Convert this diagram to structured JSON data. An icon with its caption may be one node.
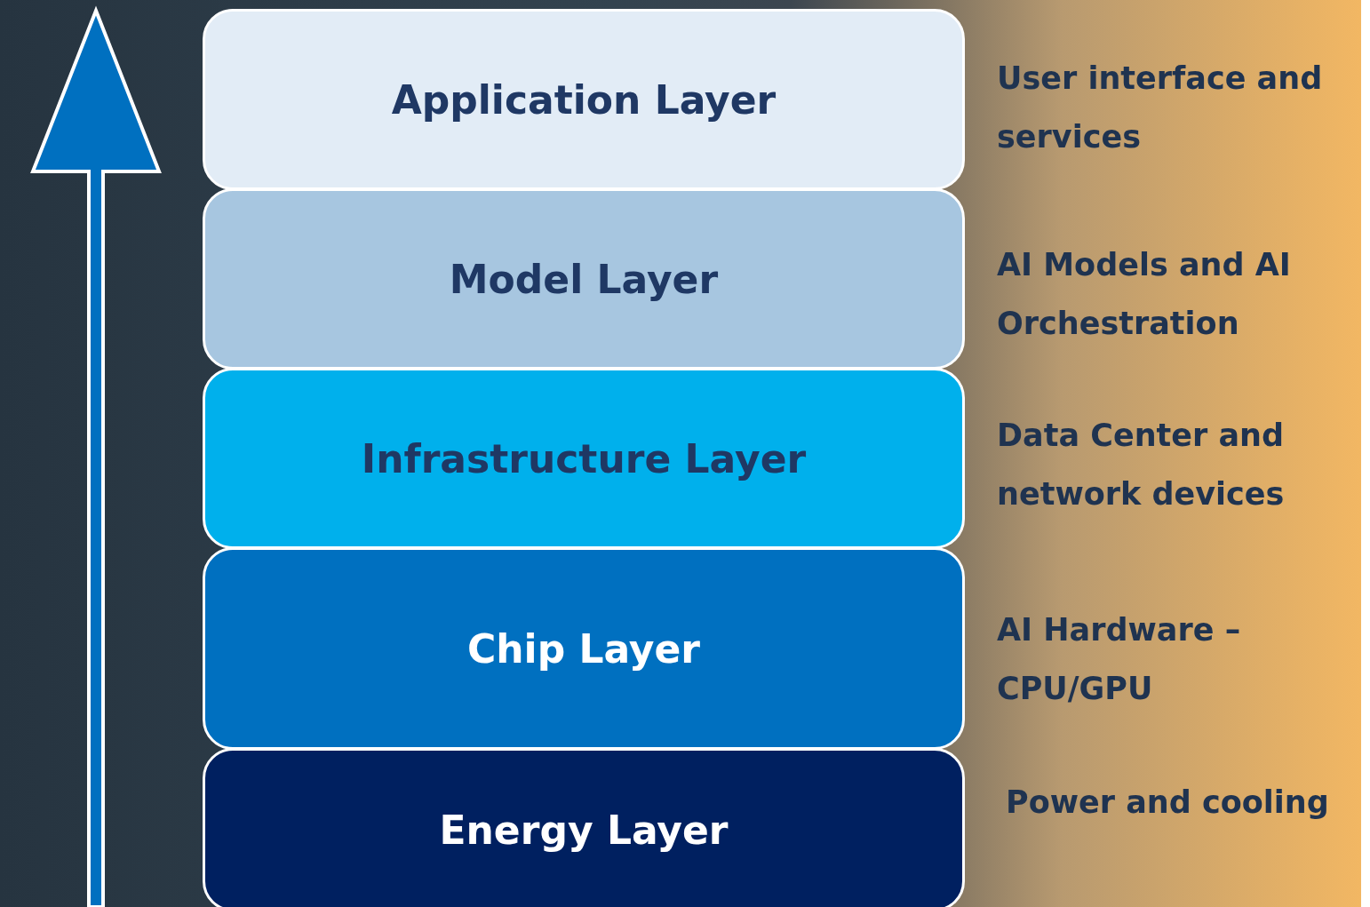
{
  "diagram": {
    "nodes": [
      {
        "text": [
          "Application Layer"
        ],
        "beside": [
          "User interface and services"
        ]
      },
      {
        "text": [
          "Model Layer"
        ],
        "beside": [
          "AI Models and AI Orchestration"
        ]
      },
      {
        "text": [
          "Infrastructure Layer"
        ],
        "beside": [
          "Data Center and network devices"
        ]
      },
      {
        "text": [
          "Chip Layer"
        ],
        "beside": [
          "AI Hardware – CPU/GPU"
        ]
      },
      {
        "text": [
          "Energy Layer"
        ],
        "beside": [
          "Power and cooling"
        ]
      }
    ]
  }
}
